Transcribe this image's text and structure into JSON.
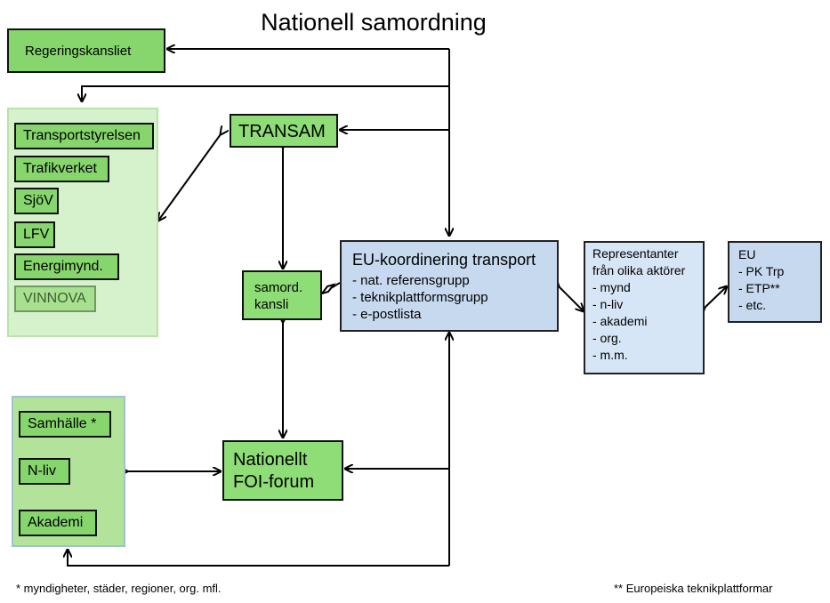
{
  "title": "Nationell samordning",
  "regeringskansliet": "Regeringskansliet",
  "agencies": [
    "Transportstyrelsen",
    "Trafikverket",
    "SjöV",
    "LFV",
    "Energimynd.",
    "VINNOVA"
  ],
  "transam": "TRANSAM",
  "kansli": [
    "samord.",
    "kansli"
  ],
  "eu_koord": {
    "title": "EU-koordinering transport",
    "items": [
      "- nat. referensgrupp",
      "- teknikplattformsgrupp",
      "- e-postlista"
    ]
  },
  "representanter": {
    "lines": [
      "Representanter",
      "från olika aktörer",
      "- mynd",
      "- n-liv",
      "- akademi",
      "- org.",
      "- m.m."
    ]
  },
  "eu": {
    "lines": [
      "EU",
      "- PK Trp",
      "- ETP**",
      "- etc."
    ]
  },
  "foi": [
    "Nationellt",
    "FOI-forum"
  ],
  "stakeholders": [
    "Samhälle *",
    "N-liv",
    "Akademi"
  ],
  "footnote_left": "* myndigheter, städer, regioner, org.  mfl.",
  "footnote_right": "** Europeiska teknikplattformar",
  "colors": {
    "green": "#86d56d",
    "light_green_panel": "#d6f2cc",
    "blue": "#c6d9ef"
  }
}
